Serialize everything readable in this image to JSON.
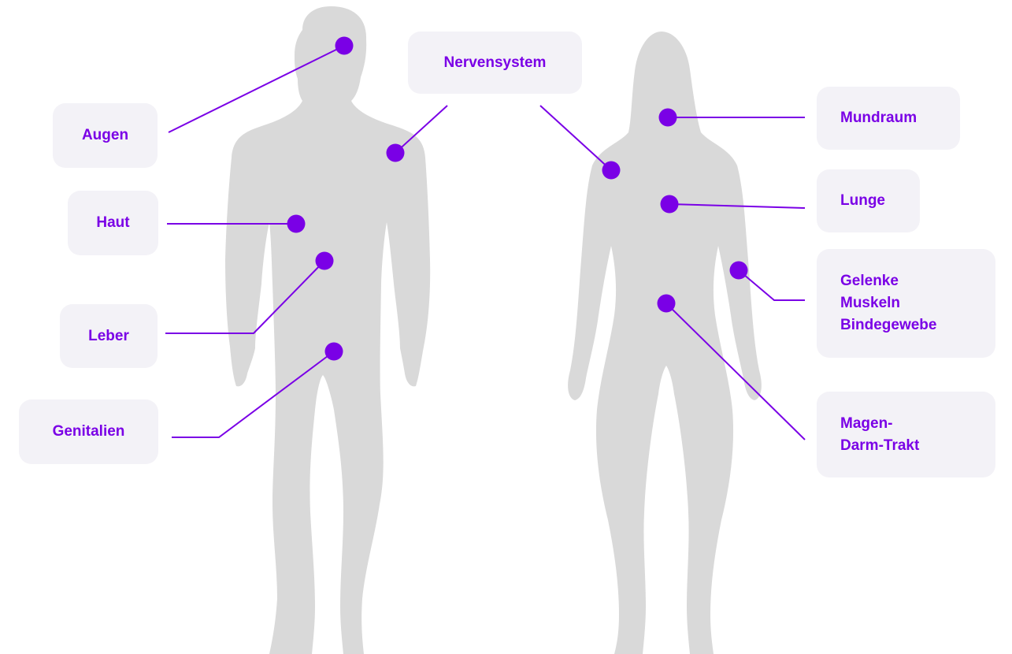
{
  "colors": {
    "accent": "#7a00e6",
    "silhouette": "#d9d9d9",
    "box_background": "#f3f2f7"
  },
  "figures": {
    "left_icon": "male-silhouette-icon",
    "right_icon": "female-silhouette-icon"
  },
  "labels": {
    "augen": "Augen",
    "haut": "Haut",
    "leber": "Leber",
    "genitalien": "Genitalien",
    "nervensystem": "Nervensystem",
    "mundraum": "Mundraum",
    "lunge": "Lunge",
    "gelenke": [
      "Gelenke",
      "Muskeln",
      "Bindegewebe"
    ],
    "magen_darm": [
      "Magen-",
      "Darm-Trakt"
    ]
  }
}
